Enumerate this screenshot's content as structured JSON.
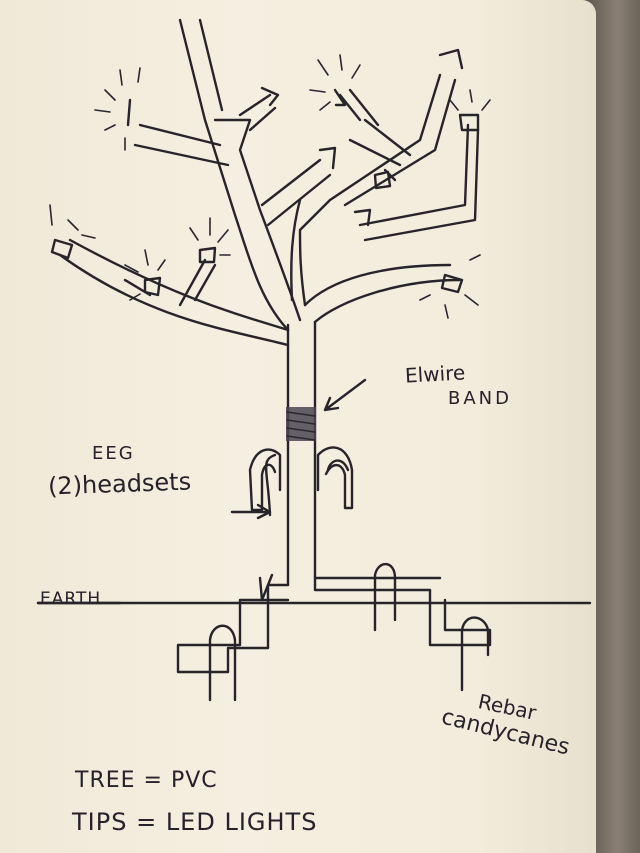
{
  "labels": {
    "elwire_line1": "Elwire",
    "elwire_line2": "BAND",
    "eeg_line1": "EEG",
    "eeg_line2": "(2)headsets",
    "earth": "EARTH",
    "rebar_line1": "Rebar",
    "rebar_line2": "candycanes",
    "legend_line1": "TREE = PVC",
    "legend_line2": "TIPS = LED LIGHTS"
  },
  "colors": {
    "ink": "#27242a",
    "paper": "#f2ecdc",
    "background": "#6b6259"
  }
}
